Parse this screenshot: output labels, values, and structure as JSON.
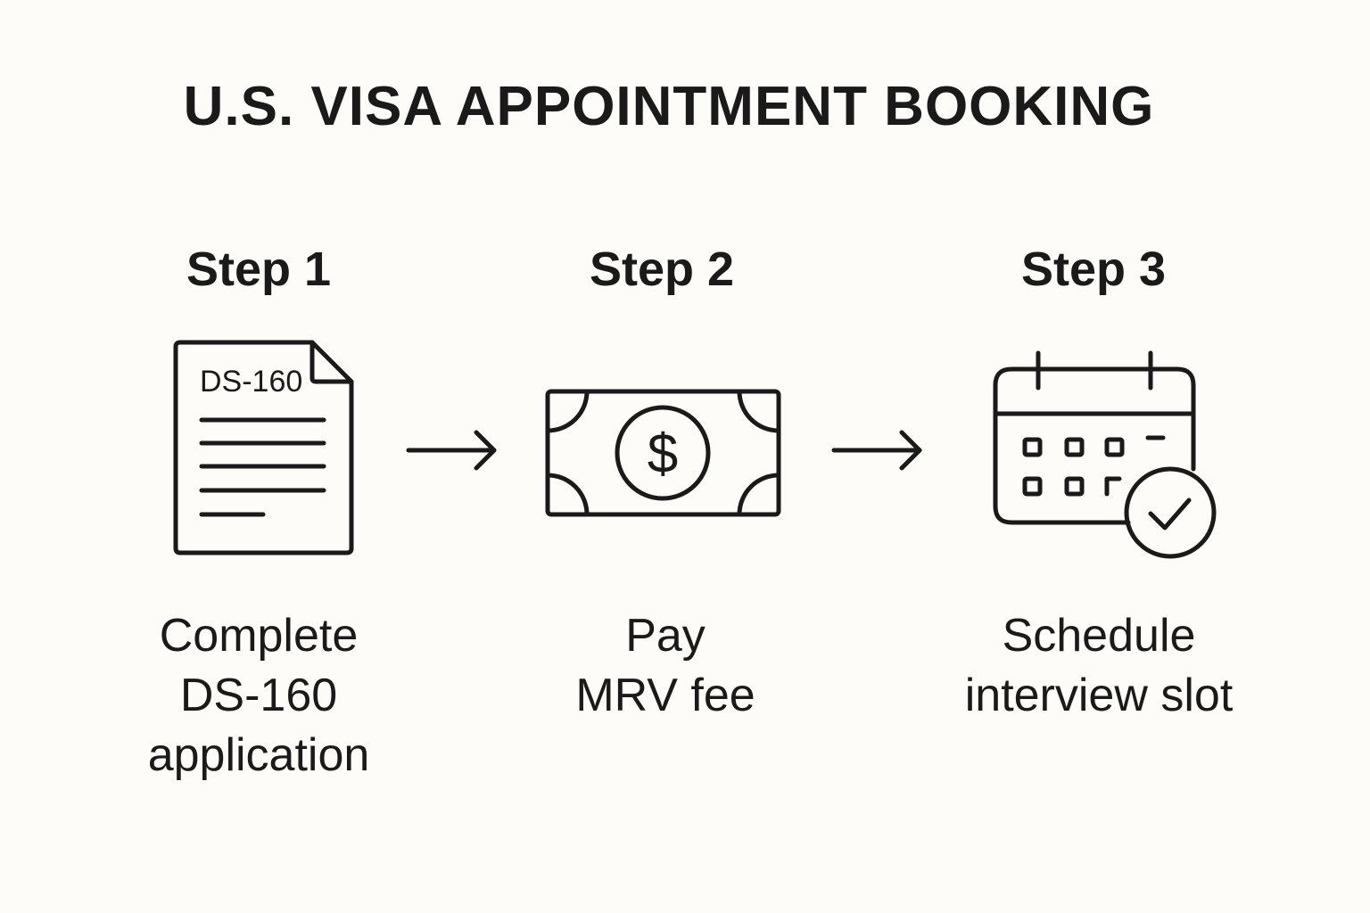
{
  "title": "U.S. VISA APPOINTMENT BOOKING",
  "steps": [
    {
      "heading": "Step 1",
      "icon": "document-icon",
      "icon_label": "DS-160",
      "description": [
        "Complete",
        "DS-160",
        "application"
      ]
    },
    {
      "heading": "Step 2",
      "icon": "banknote-dollar-icon",
      "icon_label": "$",
      "description": [
        "Pay",
        "MRV fee"
      ]
    },
    {
      "heading": "Step 3",
      "icon": "calendar-check-icon",
      "description": [
        "Schedule",
        "interview slot"
      ]
    }
  ],
  "connectors": [
    "arrow-right-icon",
    "arrow-right-icon"
  ],
  "colors": {
    "background": "#fdfcf8",
    "ink": "#1a1a1a"
  }
}
